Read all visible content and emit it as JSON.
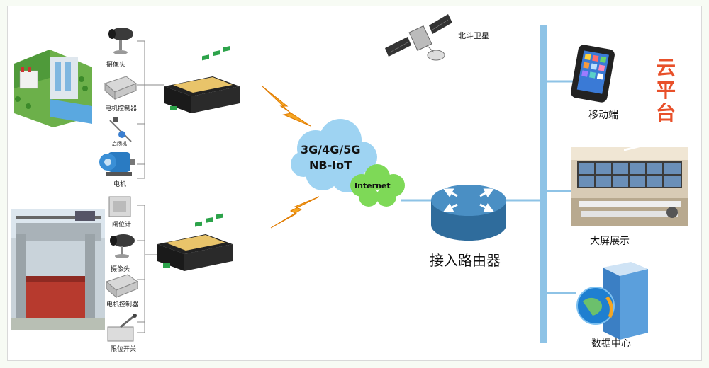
{
  "labels": {
    "satellite": "北斗卫星",
    "camera_top": "摄像头",
    "motor_controller_top": "电机控制器",
    "hoist": "启闭机",
    "motor": "电机",
    "gate_gauge": "闸位计",
    "camera_bottom": "摄像头",
    "motor_controller_bottom": "电机控制器",
    "limit_switch": "限位开关",
    "network_line1": "3G/4G/5G",
    "network_line2": "NB-IoT",
    "internet": "Internet",
    "router": "接入路由器",
    "mobile": "移动端",
    "big_screen": "大屏展示",
    "data_center": "数据中心",
    "cloud_platform": "云平台"
  },
  "colors": {
    "bus_line": "#8ec3e6",
    "cloud_blue": "#9ed3f2",
    "cloud_green": "#7ed957",
    "router": "#3d7fb3",
    "lightning": "#f5a623",
    "cloud_platform_text": "#e8502a"
  }
}
